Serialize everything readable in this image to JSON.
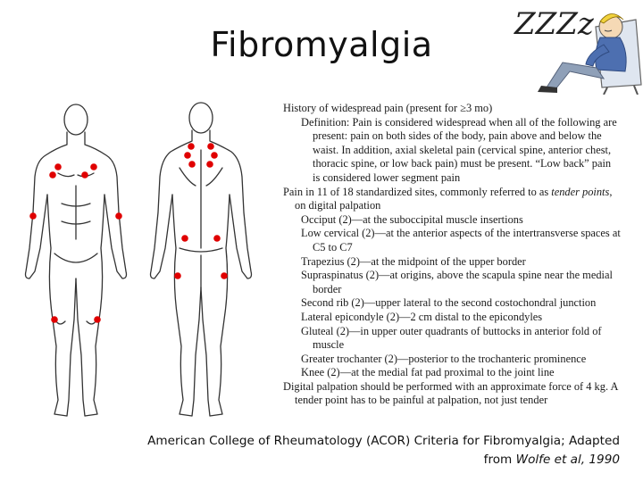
{
  "slide": {
    "title": "Fibromyalgia",
    "sleeper_text": "ZZZz"
  },
  "criteria": {
    "lines": [
      {
        "style": "l1h",
        "text": "History of widespread pain (present for ≥3 mo)"
      },
      {
        "style": "l2h",
        "text": "Definition: Pain is considered widespread when all of the following are present: pain on both sides of the body, pain above and below the waist. In addition, axial skeletal pain (cervical spine, anterior chest, thoracic spine, or low back pain) must be present. “Low back” pain is considered lower segment pain"
      },
      {
        "style": "l1h",
        "text_parts": [
          "Pain in 11 of 18 standardized sites, commonly referred to as ",
          "tender points",
          ", on digital palpation"
        ]
      },
      {
        "style": "l2h",
        "text": "Occiput (2)—at the suboccipital muscle insertions"
      },
      {
        "style": "l2h",
        "text": "Low cervical (2)—at the anterior aspects of the intertransverse spaces at C5 to C7"
      },
      {
        "style": "l2h",
        "text": "Trapezius (2)—at the midpoint of the upper border"
      },
      {
        "style": "l2h",
        "text": "Supraspinatus (2)—at origins, above the scapula spine near the medial border"
      },
      {
        "style": "l2h",
        "text": "Second rib (2)—upper lateral to the second costochondral junction"
      },
      {
        "style": "l2h",
        "text": "Lateral epicondyle (2)—2 cm distal to the epicondyles"
      },
      {
        "style": "l2h",
        "text": "Gluteal (2)—in upper outer quadrants of buttocks in anterior fold of muscle"
      },
      {
        "style": "l2h",
        "text": "Greater trochanter (2)—posterior to the trochanteric prominence"
      },
      {
        "style": "l2h",
        "text": "Knee (2)—at the medial fat pad proximal to the joint line"
      },
      {
        "style": "l1h",
        "text": "Digital palpation should be performed with an approximate force of 4 kg. A tender point has to be painful at palpation, not just tender"
      }
    ]
  },
  "caption": {
    "line1": "American College of Rheumatology (ACOR) Criteria for Fibromyalgia; Adapted",
    "line2_prefix": "from ",
    "line2_italic": "Wolfe et al, 1990"
  },
  "colors": {
    "tender_point": "#e00000",
    "outline": "#333333"
  }
}
